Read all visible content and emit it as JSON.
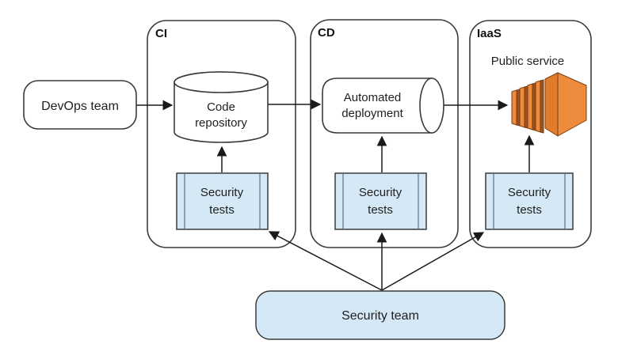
{
  "diagram": {
    "colors": {
      "blue_fill": "#d4e8f6",
      "border": "#3a3a3a",
      "arrow": "#1a1a1a",
      "icon_orange_light": "#ed8c3c",
      "icon_orange_mid": "#e07c2e",
      "icon_orange_dark": "#9c5220"
    },
    "groups": [
      {
        "id": "ci",
        "label": "CI"
      },
      {
        "id": "cd",
        "label": "CD"
      },
      {
        "id": "iaas",
        "label": "IaaS"
      }
    ],
    "nodes": {
      "devops_team": {
        "label": "DevOps team"
      },
      "code_repository": {
        "line1": "Code",
        "line2": "repository"
      },
      "automated_deployment": {
        "line1": "Automated",
        "line2": "deployment"
      },
      "public_service": {
        "label": "Public service"
      },
      "security_tests_ci": {
        "line1": "Security",
        "line2": "tests"
      },
      "security_tests_cd": {
        "line1": "Security",
        "line2": "tests"
      },
      "security_tests_iaas": {
        "line1": "Security",
        "line2": "tests"
      },
      "security_team": {
        "label": "Security team"
      }
    },
    "edges": [
      {
        "from": "devops_team",
        "to": "code_repository"
      },
      {
        "from": "code_repository",
        "to": "automated_deployment"
      },
      {
        "from": "automated_deployment",
        "to": "public_service"
      },
      {
        "from": "security_tests_ci",
        "to": "code_repository"
      },
      {
        "from": "security_tests_cd",
        "to": "automated_deployment"
      },
      {
        "from": "security_tests_iaas",
        "to": "public_service"
      },
      {
        "from": "security_team",
        "to": "security_tests_ci"
      },
      {
        "from": "security_team",
        "to": "security_tests_cd"
      },
      {
        "from": "security_team",
        "to": "security_tests_iaas"
      }
    ]
  }
}
